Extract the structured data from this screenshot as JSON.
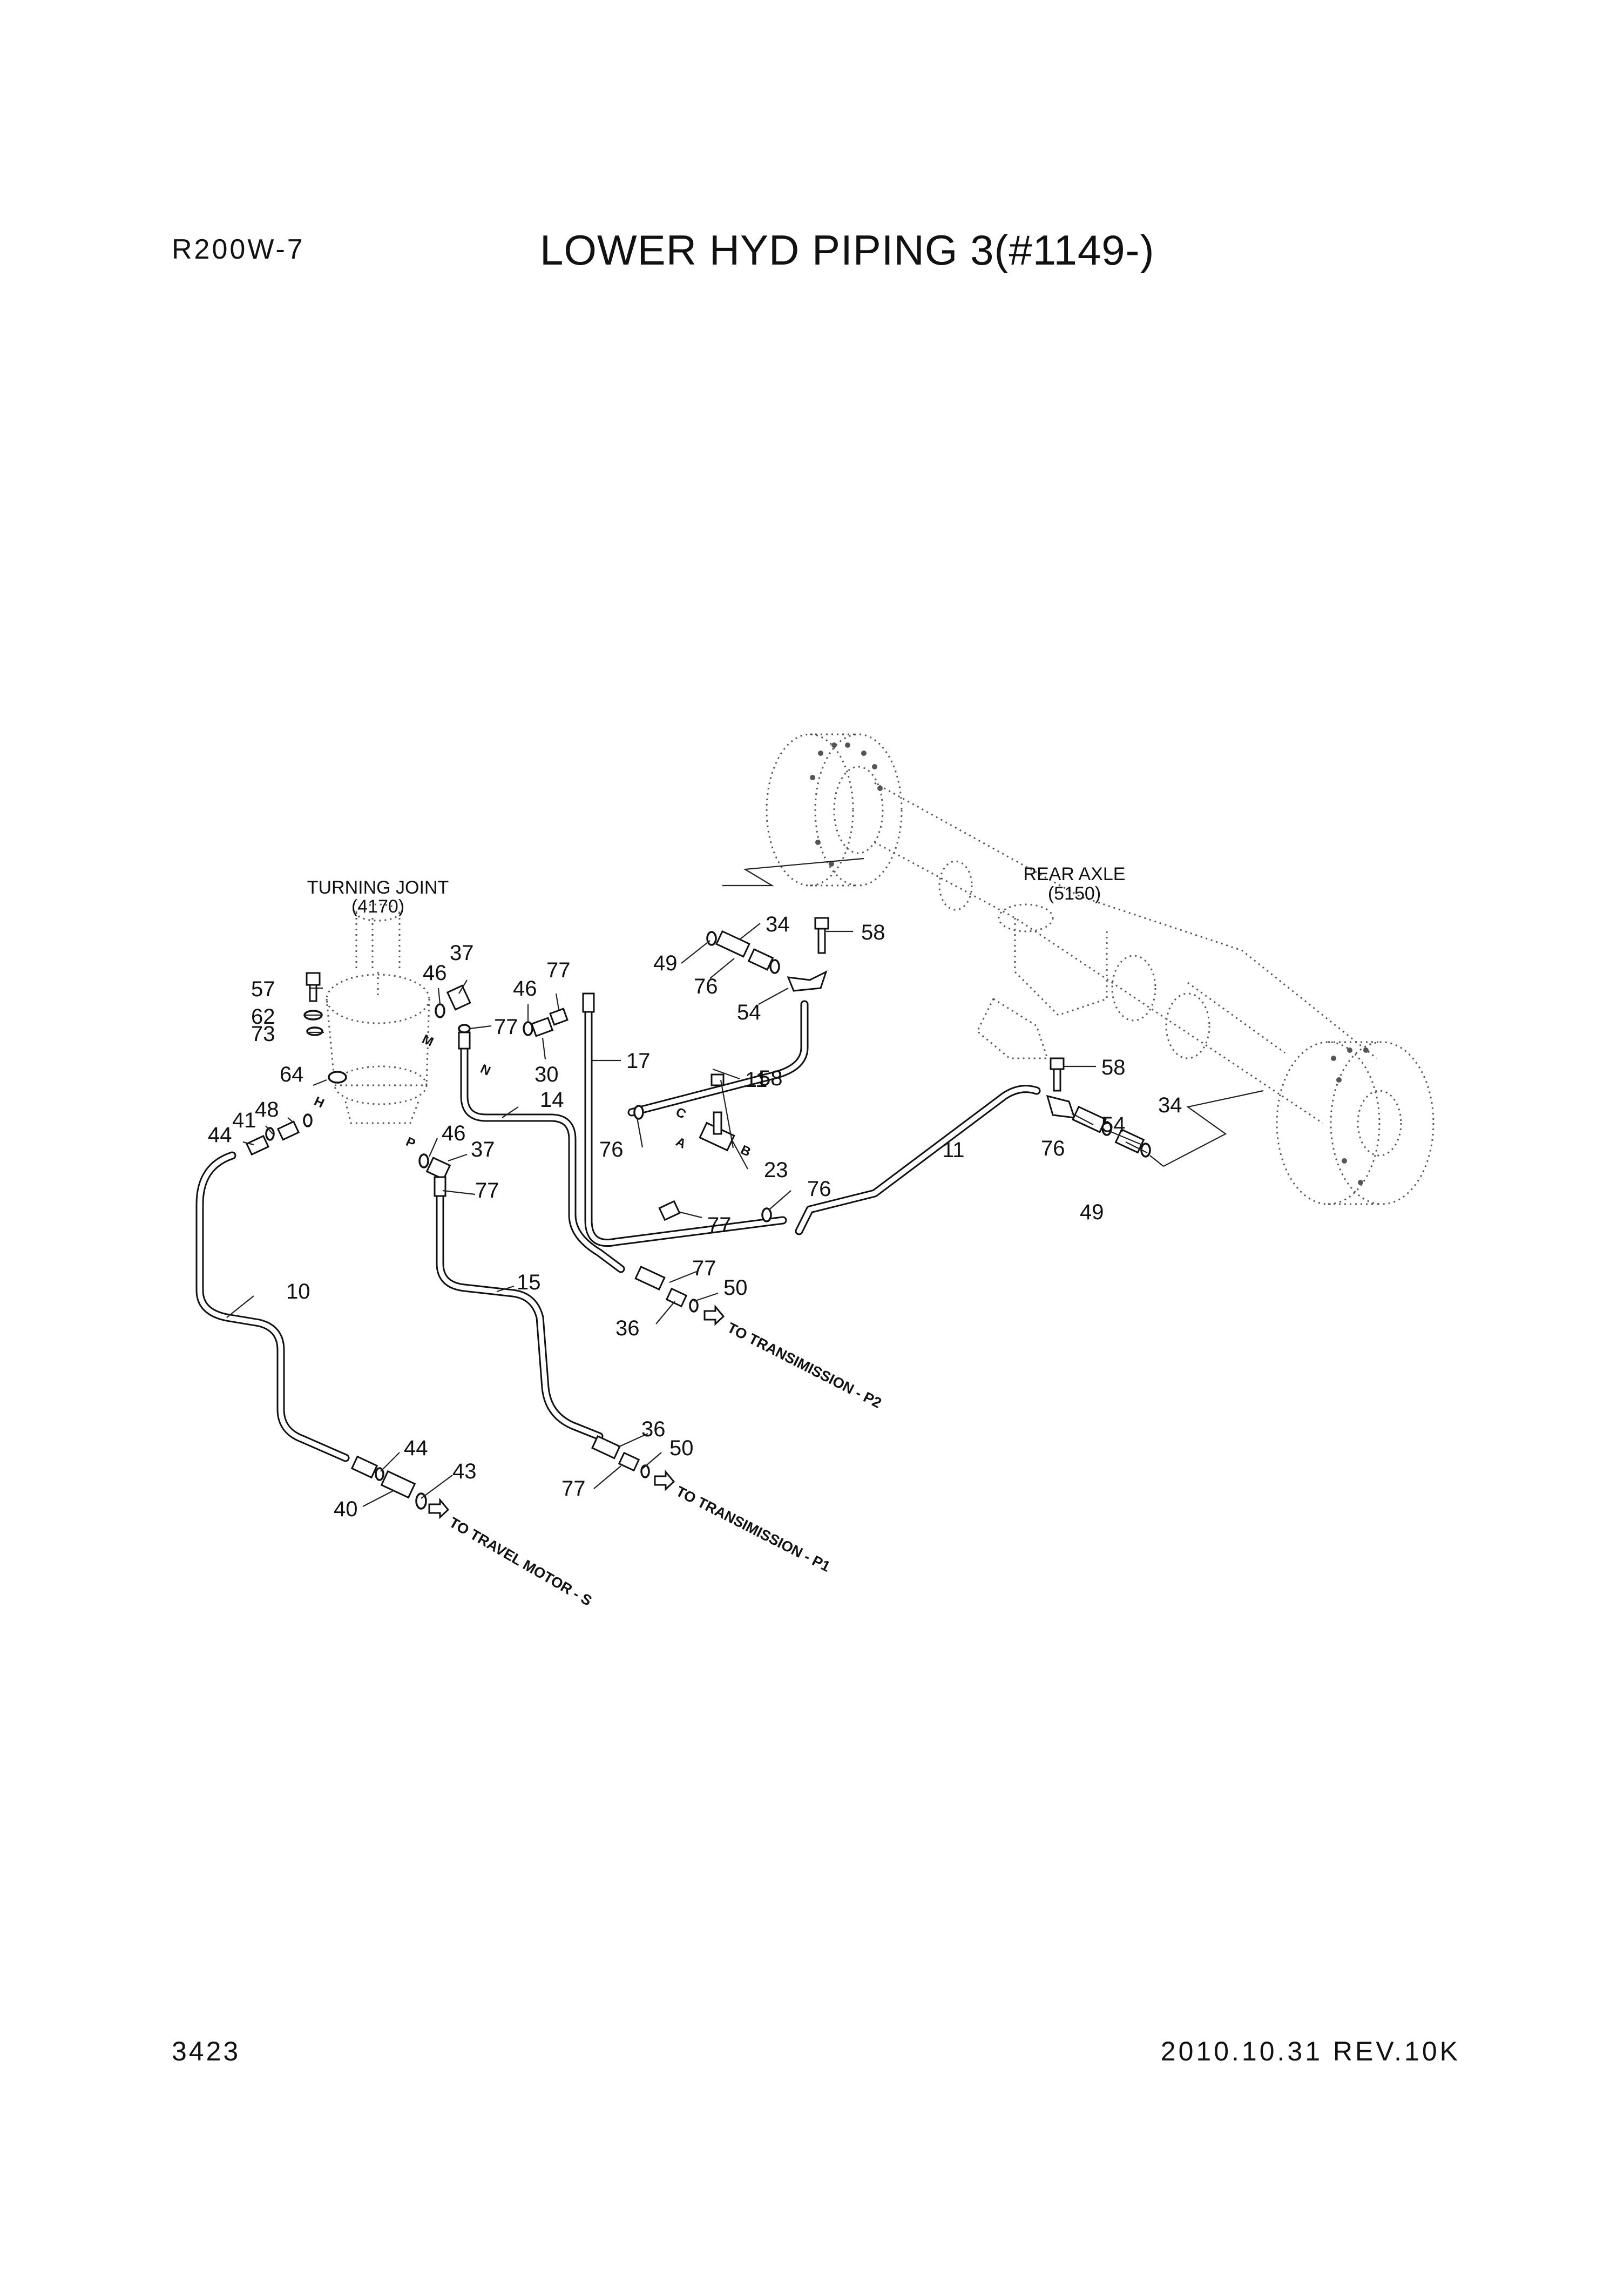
{
  "header": {
    "model": "R200W-7",
    "title": "LOWER HYD PIPING 3(#1149-)"
  },
  "footer": {
    "page_number": "3423",
    "revision": "2010.10.31 REV.10K"
  },
  "assemblies": {
    "turning_joint": {
      "name": "TURNING JOINT",
      "ref": "(4170)"
    },
    "rear_axle": {
      "name": "REAR AXLE",
      "ref": "(5150)"
    }
  },
  "destinations": {
    "p2": "TO TRANSIMISSION - P2",
    "p1": "TO TRANSIMISSION - P1",
    "travel": "TO TRAVEL MOTOR - S"
  },
  "ports": {
    "m": "M",
    "n": "N",
    "h": "H",
    "p": "P",
    "a": "A",
    "b": "B",
    "c": "C"
  },
  "callouts": {
    "c57": "57",
    "c62": "62",
    "c73": "73",
    "c64": "64",
    "c37a": "37",
    "c46a": "46",
    "c46b": "46",
    "c77a": "77",
    "c77b": "77",
    "c30": "30",
    "c17": "17",
    "c14": "14",
    "c11a": "11",
    "c11b": "11",
    "c49a": "49",
    "c34a": "34",
    "c58a": "58",
    "c76a": "76",
    "c54a": "54",
    "c58b": "58",
    "c76b": "76",
    "c23": "23",
    "c77c": "77",
    "c76c": "76",
    "c58c": "58",
    "c54b": "54",
    "c34b": "34",
    "c76d": "76",
    "c49b": "49",
    "c48": "48",
    "c41": "41",
    "c44a": "44",
    "c46c": "46",
    "c37b": "37",
    "c77d": "77",
    "c10": "10",
    "c15": "15",
    "c77e": "77",
    "c50a": "50",
    "c36a": "36",
    "c36b": "36",
    "c50b": "50",
    "c77f": "77",
    "c44b": "44",
    "c43": "43",
    "c40": "40"
  }
}
